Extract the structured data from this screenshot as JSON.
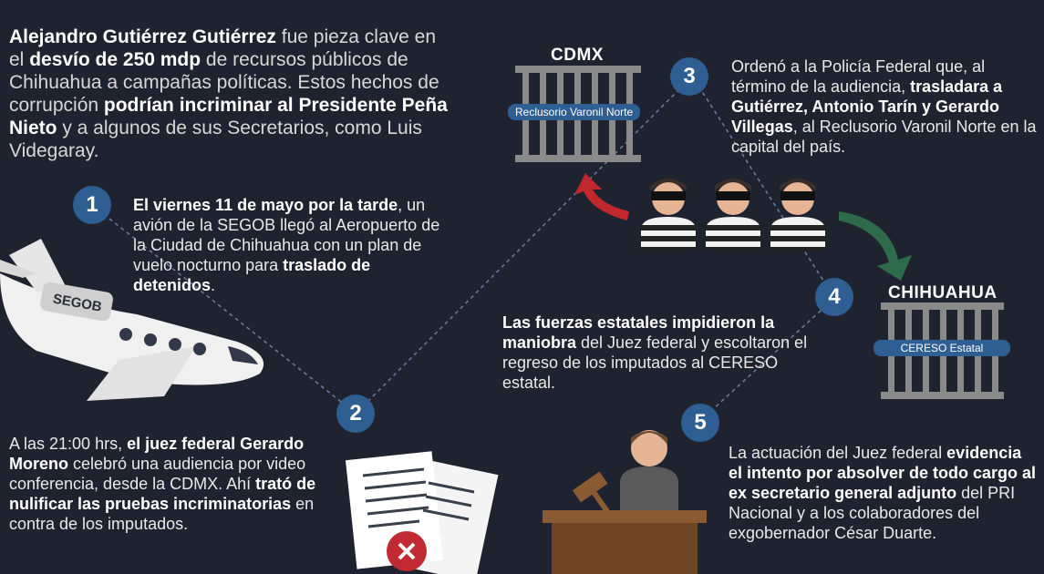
{
  "intro": {
    "p1_b1": "Alejandro Gutiérrez Gutiérrez",
    "p1_t1": " fue pieza clave en el ",
    "p1_b2": "desvío de 250 mdp",
    "p1_t2": " de recursos públicos de Chihuahua a campañas políticas. Estos hechos de corrupción ",
    "p1_b3": "podrían incriminar al Presidente Peña Nieto",
    "p1_t3": " y a algunos de sus Secretarios, como Luis Videgaray."
  },
  "steps": [
    {
      "num": "1",
      "b1": "El viernes 11 de mayo por la tarde",
      "t1": ", un avión de la SEGOB llegó al Aeropuerto de la Ciudad de Chihuahua con un plan de vuelo nocturno para ",
      "b2": "traslado de detenidos",
      "t2": "."
    },
    {
      "num": "2",
      "t0": "A las 21:00 hrs, ",
      "b1": "el juez federal Gerardo Moreno",
      "t1": " celebró una audiencia por video conferencia, desde la CDMX. Ahí ",
      "b2": "trató de nulificar las pruebas incriminatorias",
      "t2": " en contra de los imputados."
    },
    {
      "num": "3",
      "t0": "Ordenó a la Policía Federal que, al término de la audiencia, ",
      "b1": "trasladara a Gutiérrez, Antonio Tarín y Gerardo Villegas",
      "t1": ", al Reclusorio Varonil Norte en la capital del país."
    },
    {
      "num": "4",
      "b1": "Las fuerzas estatales impidieron la maniobra",
      "t1": " del Juez federal y escoltaron el regreso de los imputados al CERESO estatal."
    },
    {
      "num": "5",
      "t0": "La actuación del Juez federal ",
      "b1": "evidencia el intento por absolver de todo cargo al ex secretario general adjunto",
      "t1": " del PRI Nacional y a los colaboradores del exgobernador César Duarte."
    }
  ],
  "plane_label": "SEGOB",
  "cdmx": {
    "city": "CDMX",
    "jail": "Reclusorio Varonil Norte"
  },
  "chihuahua": {
    "city": "CHIHUAHUA",
    "jail": "CERESO Estatal"
  },
  "colors": {
    "background": "#1f2330",
    "badge": "#2f5f92",
    "red_arrow": "#c0282e",
    "green_arrow": "#2e6b4a"
  }
}
